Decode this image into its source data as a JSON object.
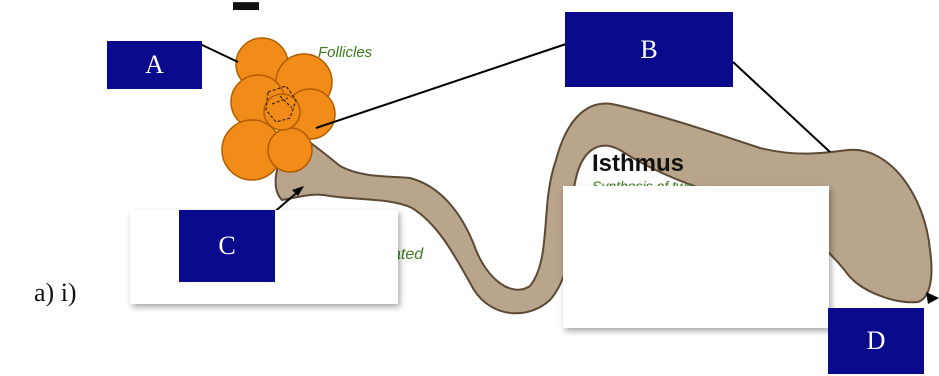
{
  "diagram": {
    "labels": {
      "a": "A",
      "b": "B",
      "c": "C",
      "d": "D"
    },
    "follicles_text": "Follicles",
    "isthmus_text": "Isthmus",
    "isthmus_sub_text": "Synthesis of two",
    "partial_text": "ated",
    "question_text": "a) i)",
    "colors": {
      "label_box": "#0a0a8c",
      "oviduct": "#b9a48c",
      "follicle": "#f28c18",
      "green_text": "#3f7a20"
    }
  }
}
